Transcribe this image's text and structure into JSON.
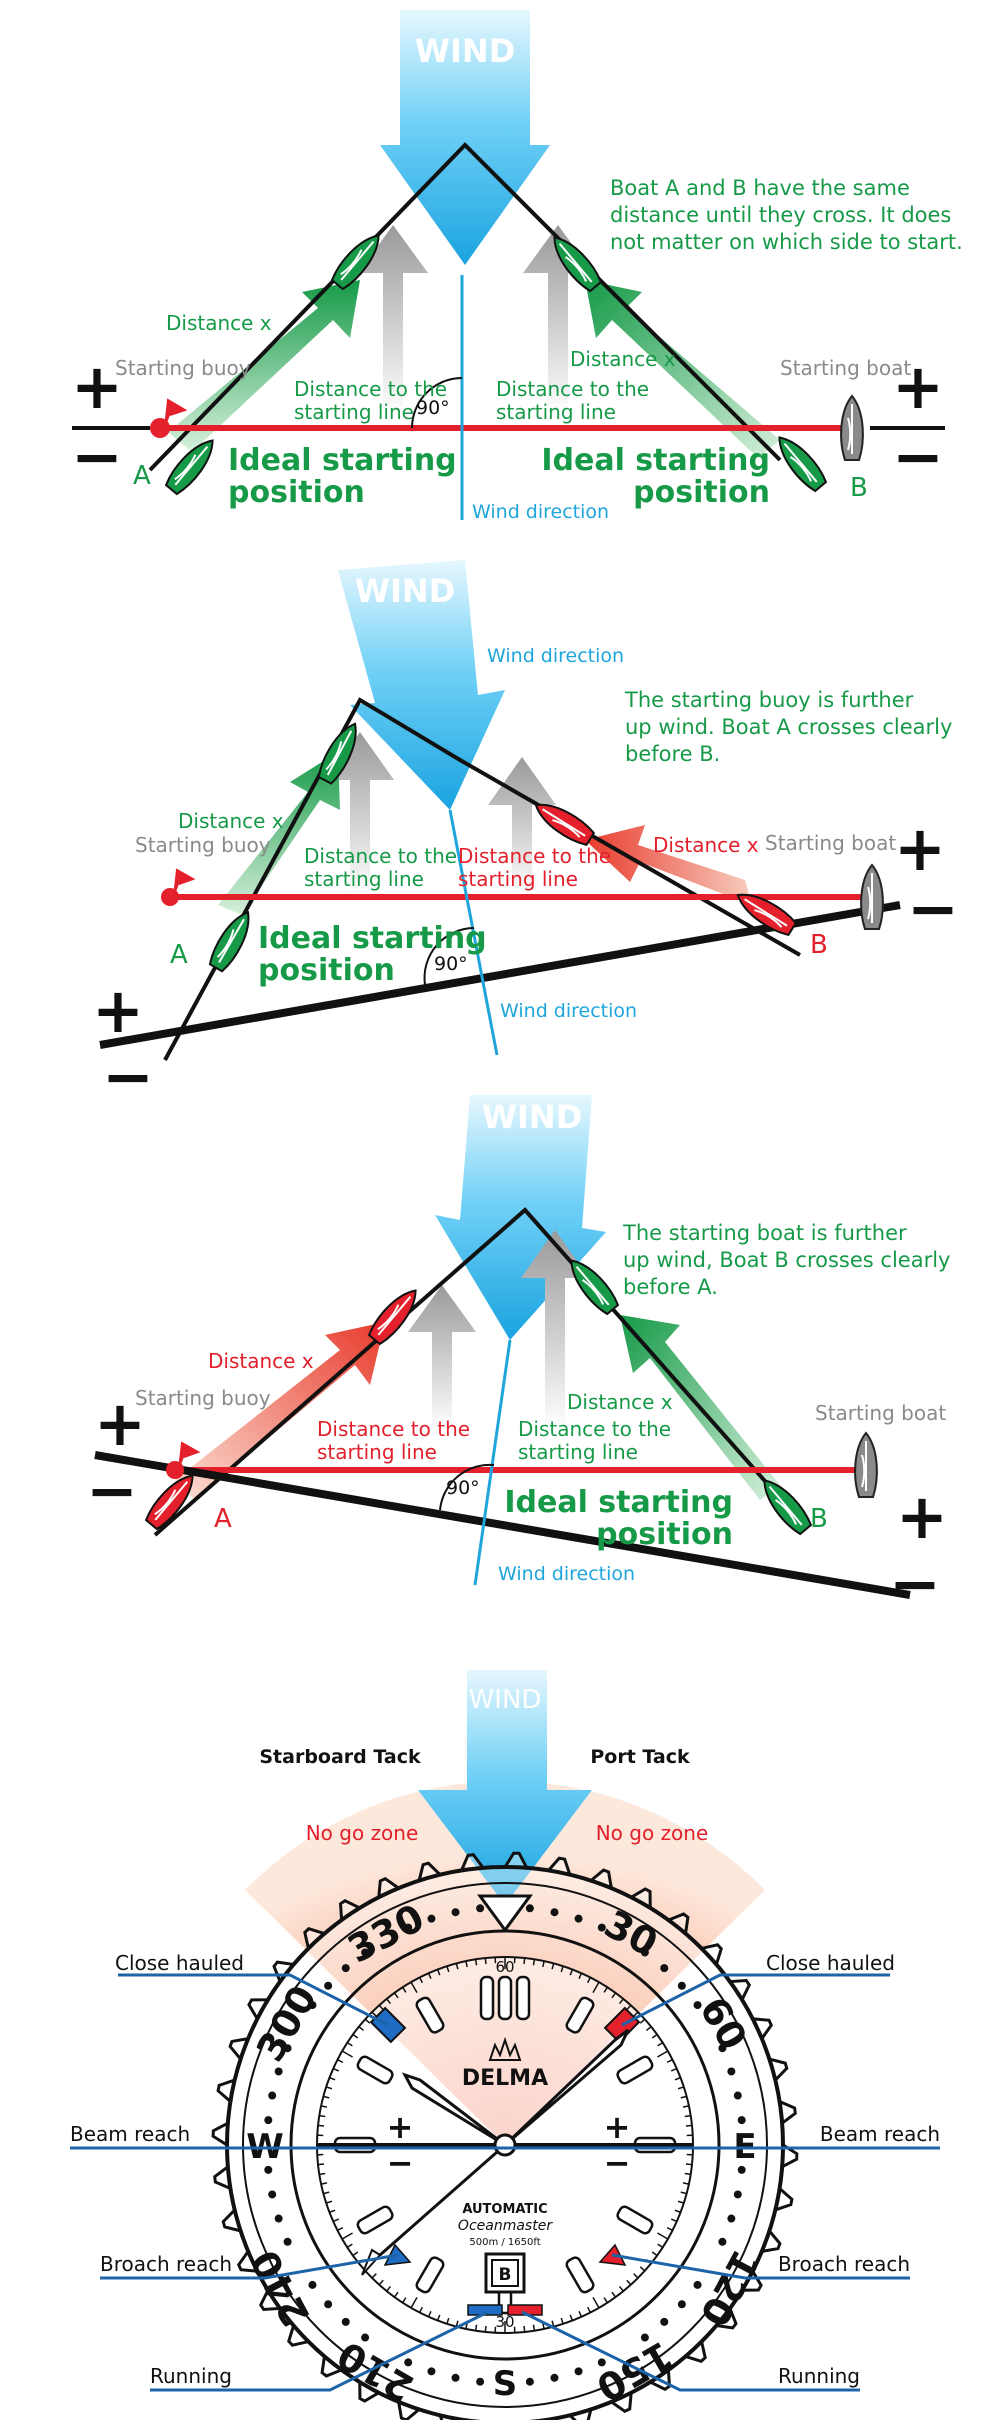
{
  "colors": {
    "green": "#169a48",
    "red": "#e3202b",
    "gray": "#8a8a8a",
    "wind_blue": "#29b6ec",
    "line_blue": "#1ea6dc",
    "black": "#111111",
    "nogo": "#f26b3a"
  },
  "icons": [
    "wind-arrow-icon",
    "boat-icon",
    "buoy-flag-icon",
    "plus-sign-icon",
    "minus-sign-icon",
    "watch-dial-icon"
  ],
  "common": {
    "wind": "WIND",
    "wind_direction": "Wind direction",
    "distance_x": "Distance x",
    "distance_line_1": "Distance to the",
    "distance_line_2": "starting line",
    "starting_buoy": "Starting buoy",
    "starting_boat": "Starting boat",
    "ideal_1": "Ideal starting",
    "ideal_2": "position",
    "angle": "90°",
    "boat_a": "A",
    "boat_b": "B",
    "plus": "+",
    "minus": "−"
  },
  "panel1": {
    "note": [
      "Boat A and B have the same",
      "distance until they cross. It does",
      "not matter on which side to start."
    ]
  },
  "panel2": {
    "note": [
      "The starting buoy is further",
      "up wind. Boat A crosses clearly",
      "before B."
    ]
  },
  "panel3": {
    "note": [
      "The starting boat is further",
      "up wind, Boat B crosses clearly",
      "before A."
    ]
  },
  "watch": {
    "starboard_tack": "Starboard Tack",
    "port_tack": "Port Tack",
    "no_go_zone": "No go zone",
    "labels": {
      "close_hauled": "Close hauled",
      "beam_reach": "Beam reach",
      "broach_reach": "Broach reach",
      "running": "Running"
    },
    "bezel_numbers": [
      "330",
      "30",
      "60",
      "300",
      "E",
      "W",
      "120",
      "240",
      "150",
      "210",
      "S"
    ],
    "dial": {
      "brand": "DELMA",
      "automatic": "AUTOMATIC",
      "model": "Oceanmaster",
      "depth": "500m / 1650ft",
      "logo_letter": "B",
      "top_num": "60",
      "bottom_num": "30"
    }
  }
}
